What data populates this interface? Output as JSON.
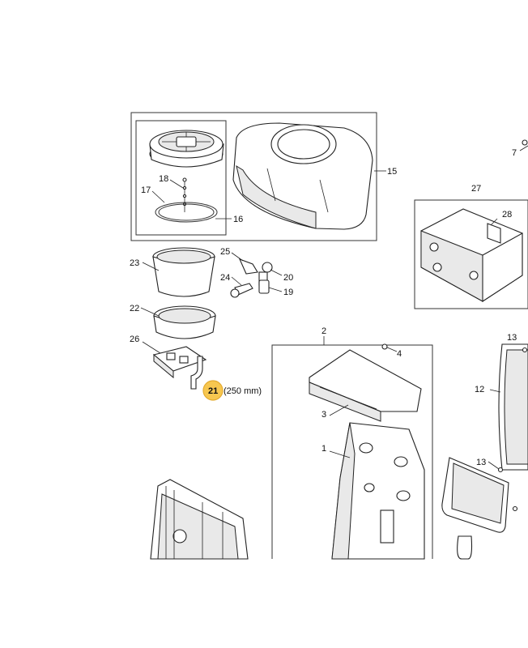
{
  "callouts": {
    "c1": "1",
    "c2": "2",
    "c3": "3",
    "c4": "4",
    "c7": "7",
    "c12": "12",
    "c13a": "13",
    "c13b": "13",
    "c15": "15",
    "c16": "16",
    "c17": "17",
    "c18": "18",
    "c19": "19",
    "c20": "20",
    "c21": "21",
    "c21_note": "(250 mm)",
    "c22": "22",
    "c23": "23",
    "c24": "24",
    "c25": "25",
    "c26": "26",
    "c27": "27",
    "c28": "28"
  },
  "highlight": {
    "part": "21",
    "color": "#f7c23e"
  }
}
